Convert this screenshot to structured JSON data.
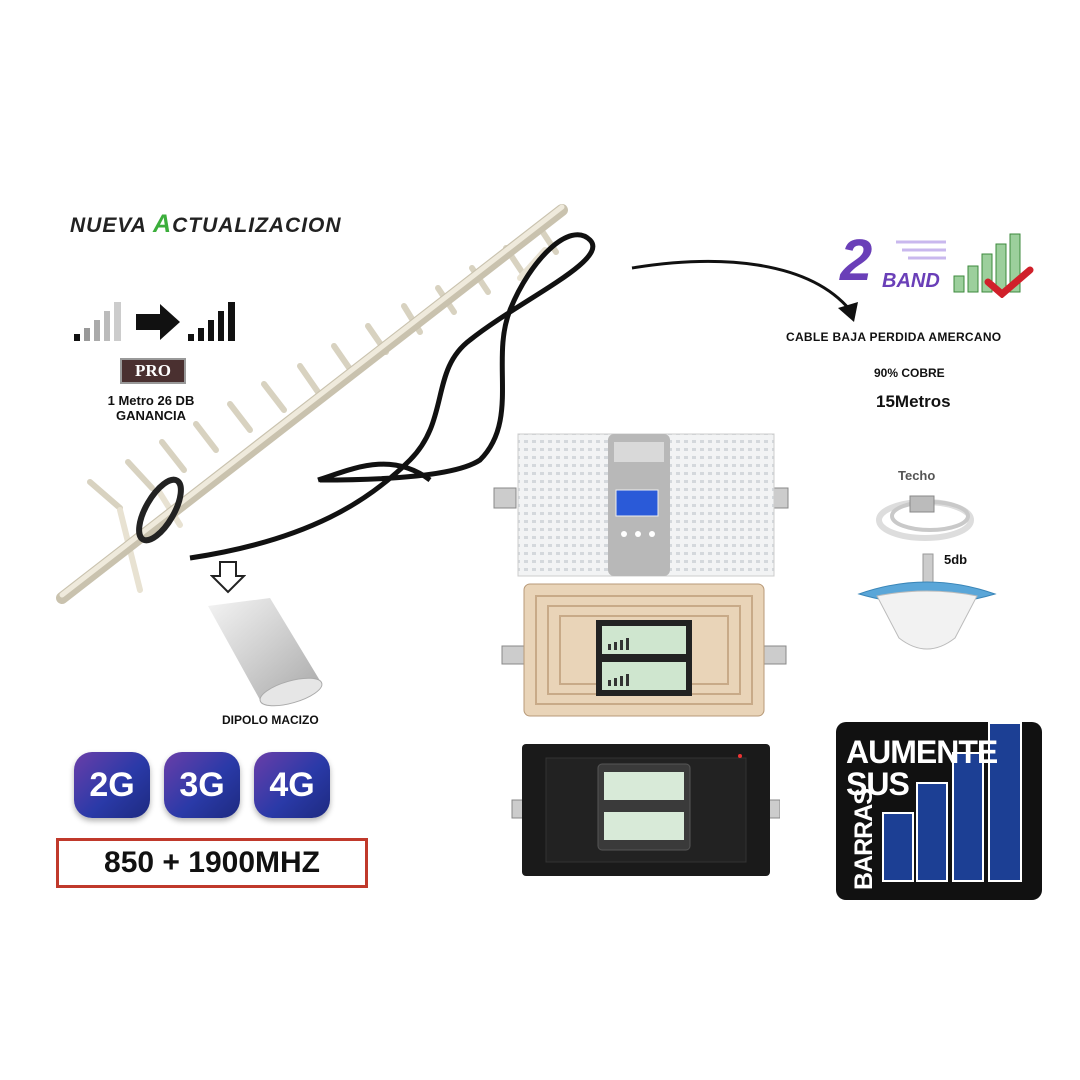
{
  "header": {
    "title_prefix": "NUEVA ",
    "title_accent": "A",
    "title_rest": "CTUALIZACION"
  },
  "antenna": {
    "pro_label": "PRO",
    "gain_line1": "1 Metro 26 DB",
    "gain_line2": "GANANCIA",
    "dipole_label": "DIPOLO MACIZO"
  },
  "networks": [
    "2G",
    "3G",
    "4G"
  ],
  "frequency": "850 + 1900MHZ",
  "band": {
    "number": "2",
    "word": "BAND"
  },
  "cable": {
    "title": "CABLE BAJA PERDIDA AMERCANO",
    "copper": "90% COBRE",
    "length": "15Metros"
  },
  "ceiling": {
    "label": "Techo",
    "gain": "5db"
  },
  "boost": {
    "line1": "AUMENTE",
    "line2": "SUS",
    "line3": "BARRAS"
  },
  "colors": {
    "accent_green": "#3cae3c",
    "purple": "#6a3fb8",
    "badge_blue": "#2a3aa8",
    "bar_blue": "#1c3f94",
    "frame_red": "#c0392b",
    "check_red": "#d0202a"
  }
}
